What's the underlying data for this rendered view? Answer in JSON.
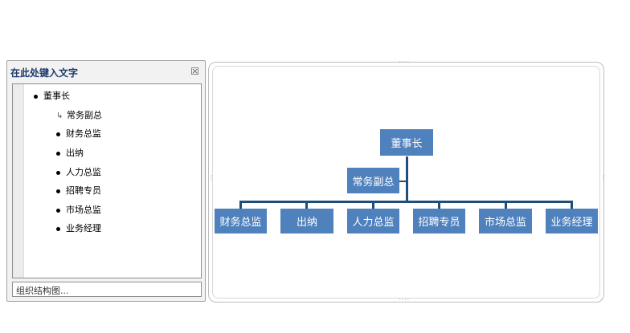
{
  "text_pane": {
    "title": "在此处键入文字",
    "close_glyph": "☒",
    "items": [
      {
        "label": "董事长",
        "level": 0,
        "kind": "bullet"
      },
      {
        "label": "常务副总",
        "level": 1,
        "kind": "assistant"
      },
      {
        "label": "财务总监",
        "level": 1,
        "kind": "bullet"
      },
      {
        "label": "出纳",
        "level": 1,
        "kind": "bullet"
      },
      {
        "label": "人力总监",
        "level": 1,
        "kind": "bullet"
      },
      {
        "label": "招聘专员",
        "level": 1,
        "kind": "bullet"
      },
      {
        "label": "市场总监",
        "level": 1,
        "kind": "bullet"
      },
      {
        "label": "业务经理",
        "level": 1,
        "kind": "bullet"
      }
    ],
    "status": "组织结构图..."
  },
  "org_chart": {
    "root": "董事长",
    "assistant": "常务副总",
    "children": [
      "财务总监",
      "出纳",
      "人力总监",
      "招聘专员",
      "市场总监",
      "业务经理"
    ]
  }
}
